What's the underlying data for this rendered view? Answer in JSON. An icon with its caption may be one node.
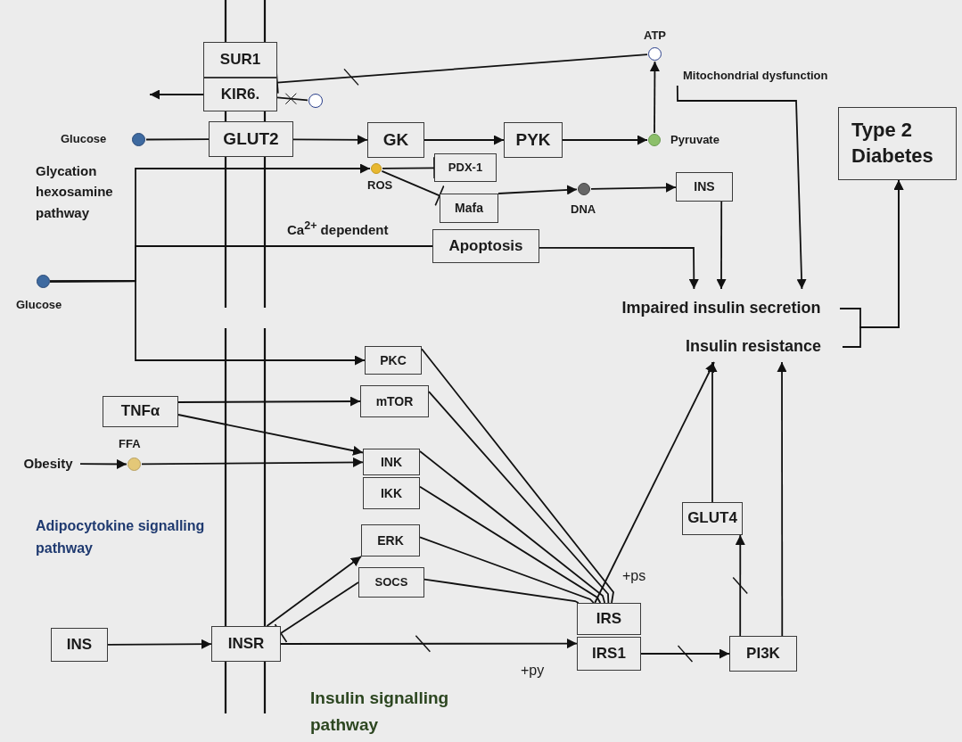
{
  "diagram": {
    "nodes": [
      {
        "text": [
          "SUR1"
        ]
      },
      {
        "text": [
          "KIR6."
        ]
      },
      {
        "text": [],
        "shape": "circle",
        "beside": [
          "ATP"
        ]
      },
      {
        "text": [],
        "shape": "circle"
      },
      {
        "text": [
          "Mitochondrial dysfunction"
        ]
      },
      {
        "text": [],
        "shape": "circle",
        "beside": [
          "Glucose"
        ]
      },
      {
        "text": [
          "GLUT2"
        ]
      },
      {
        "text": [
          "GK"
        ]
      },
      {
        "text": [
          "PYK"
        ]
      },
      {
        "text": [],
        "shape": "circle",
        "beside": [
          "Pyruvate"
        ]
      },
      {
        "text": [
          "Type 2 Diabetes"
        ]
      },
      {
        "text": [
          "PDX-1"
        ]
      },
      {
        "text": [],
        "shape": "circle",
        "beside": [
          "ROS"
        ]
      },
      {
        "text": [
          "Mafa"
        ]
      },
      {
        "text": [],
        "shape": "circle",
        "beside": [
          "DNA"
        ]
      },
      {
        "text": [
          "INS"
        ]
      },
      {
        "text": [
          "Apoptosis"
        ]
      },
      {
        "text": [],
        "shape": "circle",
        "beside": [
          "Glucose"
        ]
      },
      {
        "text": [
          "Impaired insulin secretion"
        ]
      },
      {
        "text": [
          "Insulin resistance"
        ]
      },
      {
        "text": [
          "PKC"
        ]
      },
      {
        "text": [
          "mTOR"
        ]
      },
      {
        "text": [
          "TNFα"
        ]
      },
      {
        "text": [],
        "shape": "circle",
        "beside": [
          "FFA"
        ]
      },
      {
        "text": [
          "Obesity"
        ]
      },
      {
        "text": [
          "INK"
        ]
      },
      {
        "text": [
          "IKK"
        ]
      },
      {
        "text": [
          "ERK"
        ]
      },
      {
        "text": [
          "GLUT4"
        ]
      },
      {
        "text": [
          "SOCS"
        ]
      },
      {
        "text": [
          "IRS"
        ]
      },
      {
        "text": [
          "INS"
        ]
      },
      {
        "text": [
          "INSR"
        ]
      },
      {
        "text": [
          "IRS1"
        ]
      },
      {
        "text": [
          "PI3K"
        ]
      }
    ],
    "edges": [
      {
        "from": 1,
        "to": null,
        "arrow": "to"
      },
      {
        "from": 2,
        "to": 1,
        "arrow": "other"
      },
      {
        "from": 3,
        "to": 1,
        "arrow": "none"
      },
      {
        "from": 5,
        "to": 6,
        "arrow": "none"
      },
      {
        "from": 6,
        "to": 7,
        "arrow": "to"
      },
      {
        "from": 7,
        "to": 8,
        "arrow": "to"
      },
      {
        "from": 8,
        "to": 9,
        "arrow": "to"
      },
      {
        "from": 9,
        "to": 2,
        "arrow": "to"
      },
      {
        "from": 4,
        "to": 18,
        "arrow": "to"
      },
      {
        "from": 12,
        "to": 11,
        "arrow": "other"
      },
      {
        "from": 12,
        "to": 13,
        "arrow": "other"
      },
      {
        "from": 13,
        "to": 14,
        "arrow": "to"
      },
      {
        "from": 14,
        "to": 15,
        "arrow": "to"
      },
      {
        "from": 15,
        "to": 18,
        "arrow": "to"
      },
      {
        "from": 16,
        "to": 18,
        "arrow": "to"
      },
      {
        "from": 17,
        "to": 12,
        "arrow": "to"
      },
      {
        "from": 17,
        "to": 16,
        "arrow": "none"
      },
      {
        "from": 17,
        "to": 20,
        "arrow": "to"
      },
      {
        "from": 18,
        "to": 10,
        "arrow": "to"
      },
      {
        "from": 19,
        "to": 10,
        "arrow": "to"
      },
      {
        "from": 22,
        "to": 21,
        "arrow": "to"
      },
      {
        "from": 22,
        "to": 25,
        "arrow": "to"
      },
      {
        "from": 24,
        "to": 23,
        "arrow": "to"
      },
      {
        "from": 23,
        "to": 25,
        "arrow": "to"
      },
      {
        "from": 20,
        "to": 30,
        "arrow": "none"
      },
      {
        "from": 21,
        "to": 30,
        "arrow": "none"
      },
      {
        "from": 25,
        "to": 30,
        "arrow": "none"
      },
      {
        "from": 26,
        "to": 30,
        "arrow": "none"
      },
      {
        "from": 27,
        "to": 30,
        "arrow": "none"
      },
      {
        "from": 29,
        "to": 30,
        "arrow": "none"
      },
      {
        "from": 30,
        "to": 19,
        "arrow": "to"
      },
      {
        "from": 31,
        "to": 32,
        "arrow": "to"
      },
      {
        "from": 32,
        "to": 27,
        "arrow": "to"
      },
      {
        "from": 29,
        "to": 32,
        "arrow": "other"
      },
      {
        "from": 32,
        "to": 33,
        "arrow": "to"
      },
      {
        "from": 33,
        "to": 34,
        "arrow": "to"
      },
      {
        "from": 34,
        "to": 28,
        "arrow": "to"
      },
      {
        "from": 28,
        "to": 19,
        "arrow": "to"
      },
      {
        "from": 34,
        "to": 19,
        "arrow": "to"
      }
    ],
    "labels": [
      "Glycation hexosamine pathway",
      "Ca$^{2+}$ dependent",
      "Adipocytokine signalling pathway",
      "+ps",
      "+py",
      "Insulin signalling pathway"
    ]
  }
}
